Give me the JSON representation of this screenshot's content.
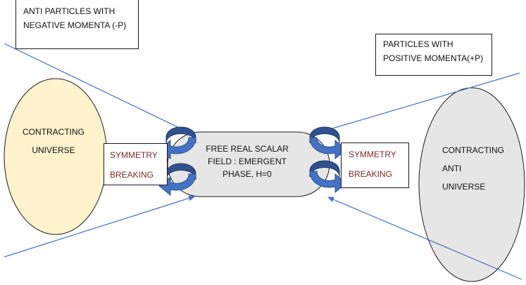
{
  "colors": {
    "line": "#4472c4",
    "arrow_fill": "#4472c4",
    "arrow_stroke": "#2f528f",
    "left_universe_fill": "#fff2cc",
    "right_universe_fill": "#e7e6e6",
    "scalar_field_fill": "#e7e6e6",
    "symmetry_text": "#7b2a2a",
    "outline": "#1a1a1a"
  },
  "anti_particles_label": {
    "line1": "ANTI PARTICLES WITH",
    "line2": "NEGATIVE MOMENTA (-P)"
  },
  "particles_label": {
    "line1": "PARTICLES WITH",
    "line2": "POSITIVE MOMENTA(+P)"
  },
  "left_universe": {
    "line1": "CONTRACTING",
    "line2": "UNIVERSE"
  },
  "right_universe": {
    "line1": "CONTRACTING",
    "line2": "ANTI",
    "line3": "UNIVERSE"
  },
  "left_symmetry": {
    "line1": "SYMMETRY",
    "line2": "BREAKING"
  },
  "right_symmetry": {
    "line1": "SYMMETRY",
    "line2": "BREAKING"
  },
  "scalar_field": {
    "line1": "FREE REAL SCALAR",
    "line2": "FIELD : EMERGENT",
    "line3": "PHASE,  H=0"
  },
  "icons": [
    "curved-arrow-icon"
  ]
}
